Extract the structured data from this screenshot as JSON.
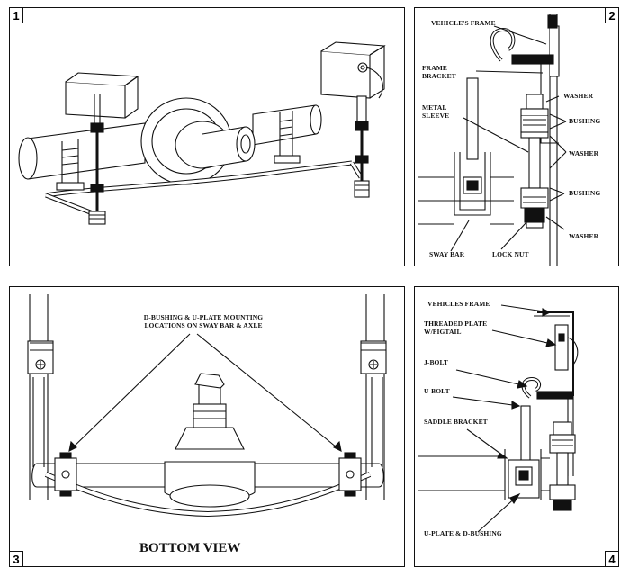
{
  "panels": [
    {
      "number": "1"
    },
    {
      "number": "2",
      "labels": {
        "vehicles_frame": "VEHICLE'S FRAME",
        "frame_bracket_1": "FRAME",
        "frame_bracket_2": "BRACKET",
        "metal_sleeve_1": "METAL",
        "metal_sleeve_2": "SLEEVE",
        "washer_top": "WASHER",
        "bushing_top": "BUSHING",
        "washer_mid": "WASHER",
        "bushing_bottom": "BUSHING",
        "washer_bottom": "WASHER",
        "sway_bar": "SWAY BAR",
        "lock_nut": "LOCK NUT"
      }
    },
    {
      "number": "3",
      "labels": {
        "mounting_1": "D-BUSHING & U-PLATE MOUNTING",
        "mounting_2": "LOCATIONS ON SWAY BAR & AXLE",
        "bottom_view": "BOTTOM VIEW"
      }
    },
    {
      "number": "4",
      "labels": {
        "vehicles_frame": "VEHICLES FRAME",
        "threaded_plate_1": "THREADED PLATE",
        "threaded_plate_2": "W/PIGTAIL",
        "j_bolt": "J-BOLT",
        "u_bolt": "U-BOLT",
        "saddle_bracket": "SADDLE BRACKET",
        "u_plate": "U-PLATE & D-BUSHING"
      }
    }
  ]
}
